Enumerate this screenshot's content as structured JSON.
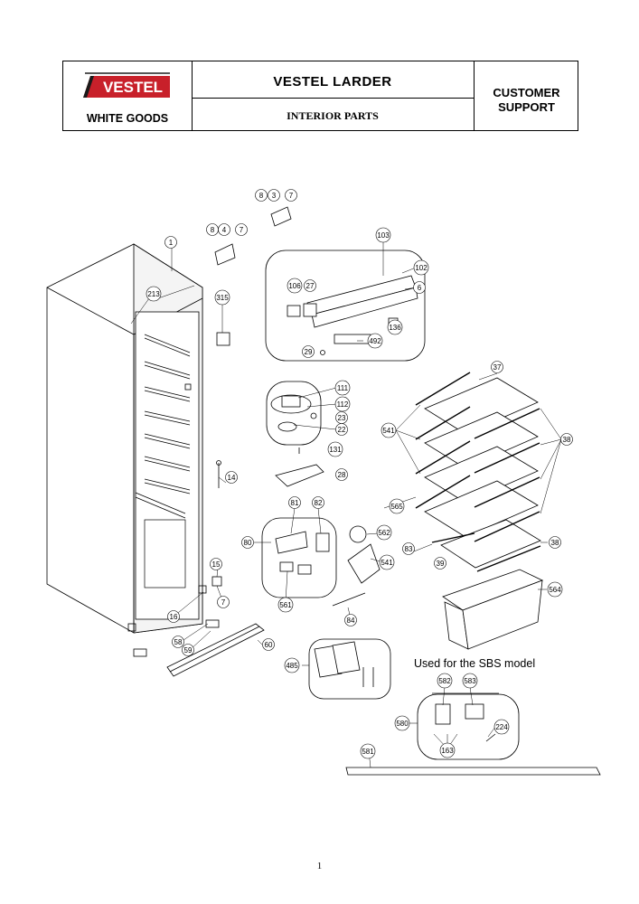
{
  "header": {
    "brand": "VESTEL",
    "division": "WHITE GOODS",
    "title": "VESTEL  LARDER",
    "subtitle": "INTERIOR PARTS",
    "support_line1": "CUSTOMER",
    "support_line2": "SUPPORT",
    "colors": {
      "brand_red": "#c8202a",
      "brand_dark": "#1a1a1a"
    }
  },
  "diagram": {
    "note": "Used for the SBS model",
    "part_labels": [
      "8",
      "3",
      "7",
      "8",
      "4",
      "7",
      "1",
      "103",
      "102",
      "6",
      "106",
      "27",
      "213",
      "315",
      "136",
      "492",
      "29",
      "37",
      "111",
      "112",
      "23",
      "22",
      "541",
      "38",
      "131",
      "14",
      "28",
      "81",
      "82",
      "565",
      "562",
      "80",
      "83",
      "541",
      "39",
      "38",
      "15",
      "564",
      "7",
      "561",
      "16",
      "84",
      "58",
      "59",
      "60",
      "485",
      "582",
      "583",
      "580",
      "224",
      "163",
      "581"
    ]
  },
  "footer": {
    "page_number": "1"
  }
}
